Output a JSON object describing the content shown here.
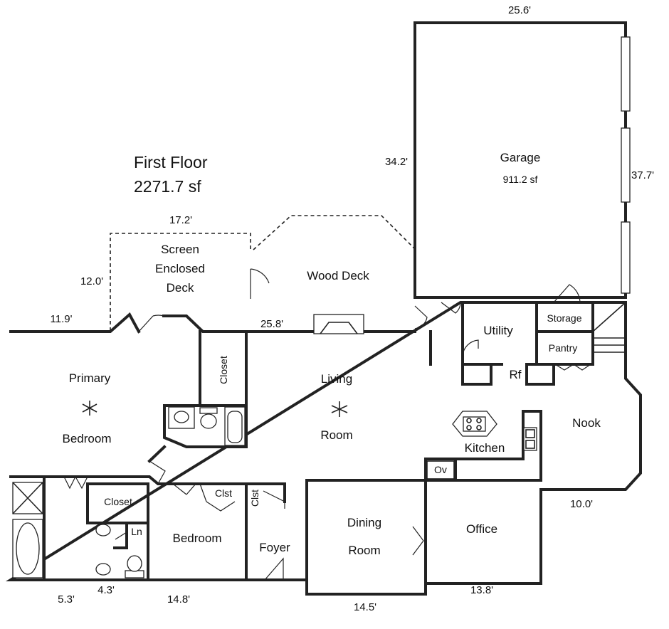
{
  "floor": {
    "title": "First Floor",
    "area": "2271.7 sf"
  },
  "rooms": {
    "garage": {
      "name": "Garage",
      "area": "911.2 sf"
    },
    "screen_deck": {
      "line1": "Screen",
      "line2": "Enclosed",
      "line3": "Deck"
    },
    "wood_deck": "Wood Deck",
    "utility": "Utility",
    "storage": "Storage",
    "pantry": "Pantry",
    "rf": "Rf",
    "primary_bedroom": {
      "line1": "Primary",
      "line2": "Bedroom"
    },
    "closet_main": "Closet",
    "living_room": {
      "line1": "Living",
      "line2": "Room"
    },
    "kitchen": "Kitchen",
    "nook": "Nook",
    "oven": "Ov",
    "closet_bath": "Closet",
    "linen": "Ln",
    "clst_1": "Clst",
    "clst_2": "Clst",
    "bedroom": "Bedroom",
    "foyer": "Foyer",
    "dining_room": {
      "line1": "Dining",
      "line2": "Room"
    },
    "office": "Office"
  },
  "dimensions": {
    "garage_width": "25.6'",
    "garage_left": "34.2'",
    "garage_right": "37.7'",
    "screen_deck_width": "17.2'",
    "screen_deck_depth": "12.0'",
    "primary_top": "11.9'",
    "living_top": "25.8'",
    "nook_bottom": "10.0'",
    "bath_bottom": "5.3'",
    "bath2_bottom": "4.3'",
    "bedroom_bottom": "14.8'",
    "dining_bottom": "14.5'",
    "office_bottom": "13.8'"
  }
}
